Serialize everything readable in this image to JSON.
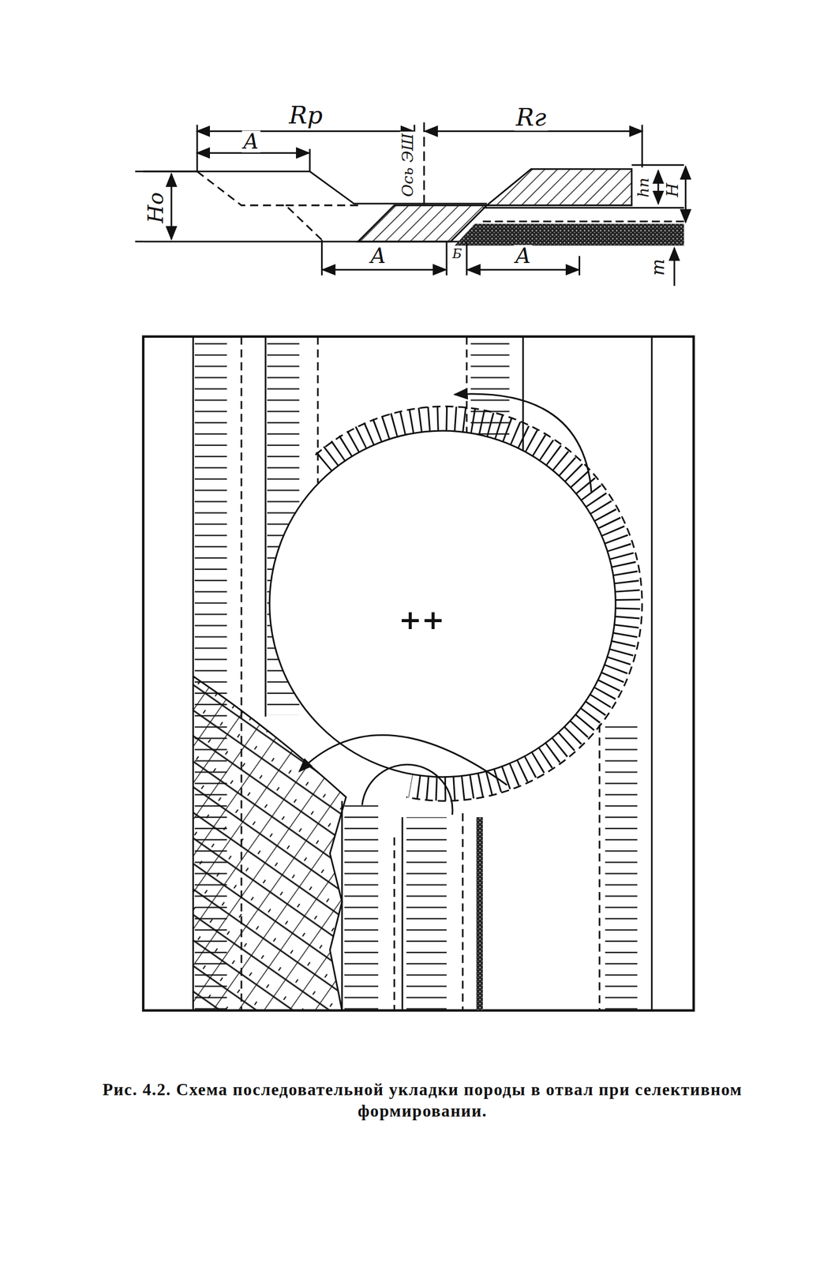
{
  "diagram": {
    "caption": "Рис. 4.2. Схема последовательной укладки породы в отвал при селективном формировании.",
    "labels": [
      "Rр",
      "A",
      "Ось ЭШ",
      "Rг",
      "Hо",
      "hп",
      "H",
      "A",
      "Б",
      "A",
      "m",
      "++"
    ]
  }
}
